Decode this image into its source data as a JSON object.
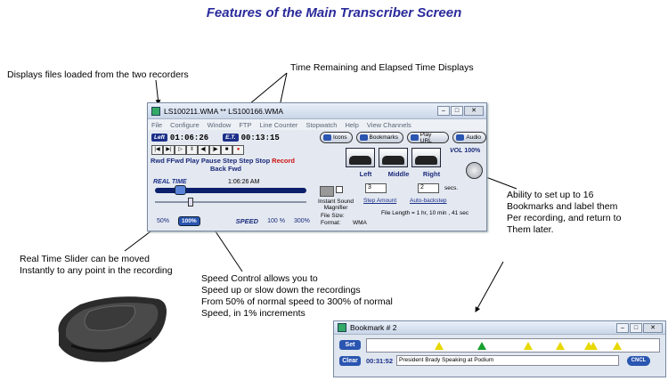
{
  "title": "Features of the Main Transcriber Screen",
  "annotations": {
    "files": "Displays files loaded from the two recorders",
    "time": "Time Remaining and Elapsed Time Displays",
    "bookmarks": [
      "Ability to set up to 16",
      "Bookmarks and label them",
      "Per recording, and return to",
      "Them later."
    ],
    "slider": [
      "Real Time Slider can be moved",
      "Instantly to any point in the recording"
    ],
    "speed": [
      "Speed Control allows you to",
      "Speed up or slow down the recordings",
      "From 50% of normal speed to 300% of normal",
      "Speed, in 1% increments"
    ]
  },
  "main_window": {
    "title": "LS100211.WMA ** LS100166.WMA",
    "menu": [
      "File",
      "Configure",
      "Window",
      "FTP",
      "Line Counter",
      "Stopwatch",
      "Help",
      "View Channels"
    ],
    "left_badge": "Left",
    "left_time": "01:06:26",
    "et_badge": "E.T.",
    "et_time": "00:13:15",
    "transport_labels": [
      "Rwd",
      "FFwd",
      "Play",
      "Pause",
      "Step",
      "Step",
      "Stop",
      "Record"
    ],
    "transport_sub": "Back Fwd",
    "pills": [
      "Icons",
      "Bookmarks",
      "Play URL",
      "Audio"
    ],
    "pedals": [
      "Left",
      "Middle",
      "Right"
    ],
    "vol_label": "VOL",
    "vol_value": "100%",
    "realtime_label": "REAL TIME",
    "realtime_value": "1:06:26 AM",
    "speed_min": "50%",
    "speed_badge": "100%",
    "speed_label": "SPEED",
    "speed_value": "100 %",
    "speed_max": "300%",
    "instant_sound": "Instant Sound",
    "magnifier": "Magnifier",
    "file_size": "File Size:",
    "format_label": "Format:",
    "format_value": "WMA",
    "step_box1": "3",
    "step_box2": "2",
    "secs": "secs.",
    "step_amount": "Step Amount",
    "auto_backstep": "Auto-backstep",
    "file_length": "File Length = 1 hr, 10 min , 41 sec"
  },
  "bookmark_window": {
    "title": "Bookmark # 2",
    "set": "Set",
    "clear": "Clear",
    "time": "00:31:52",
    "note": "President Brady Speaking at Podium",
    "cancel": "CNCL"
  }
}
